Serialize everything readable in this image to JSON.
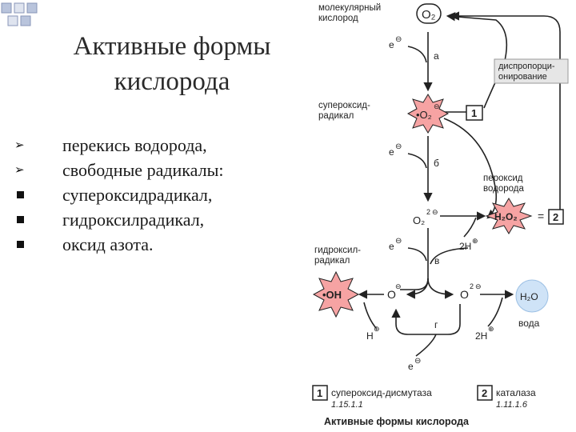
{
  "slide": {
    "title_line1": "Активные формы",
    "title_line2": "кислорода",
    "bullets": [
      {
        "marker": "arrow",
        "text": "перекись водорода,"
      },
      {
        "marker": "arrow",
        "text": "свободные радикалы:"
      },
      {
        "marker": "square",
        "text": "супероксидрадикал,"
      },
      {
        "marker": "square",
        "text": "гидроксилрадикал,"
      },
      {
        "marker": "square",
        "text": "оксид азота."
      }
    ]
  },
  "diagram": {
    "molecular_oxygen_label": [
      "молекулярный",
      "кислород"
    ],
    "o2": "O₂",
    "electron": "e",
    "minus": "⊖",
    "plus": "⊕",
    "step_a": "а",
    "step_b": "б",
    "step_v": "в",
    "step_g": "г",
    "disproportionation_label": [
      "диспропорци-",
      "онирование"
    ],
    "superoxide_label": [
      "супероксид-",
      "радикал"
    ],
    "superoxide_formula": "•O₂",
    "enzyme_1": "1",
    "enzyme_2": "2",
    "peroxide_label": [
      "пероксид",
      "водорода"
    ],
    "h2o2": "H₂O₂",
    "equals": "=",
    "o2_2minus": "O₂",
    "two": "2",
    "two_h": "2H",
    "hydroxyl_label": [
      "гидроксил-",
      "радикал"
    ],
    "oh_formula": "•OH",
    "o": "O",
    "h": "H",
    "h2o": "H₂O",
    "water_label": "вода",
    "legend": {
      "enzyme1_name": "супероксид-дисмутаза",
      "enzyme1_code": "1.15.1.1",
      "enzyme2_name": "каталаза",
      "enzyme2_code": "1.11.1.6"
    },
    "caption": "Активные формы кислорода",
    "colors": {
      "star": "#f6a3a3",
      "water": "#cfe3f7",
      "ink": "#222222"
    }
  }
}
